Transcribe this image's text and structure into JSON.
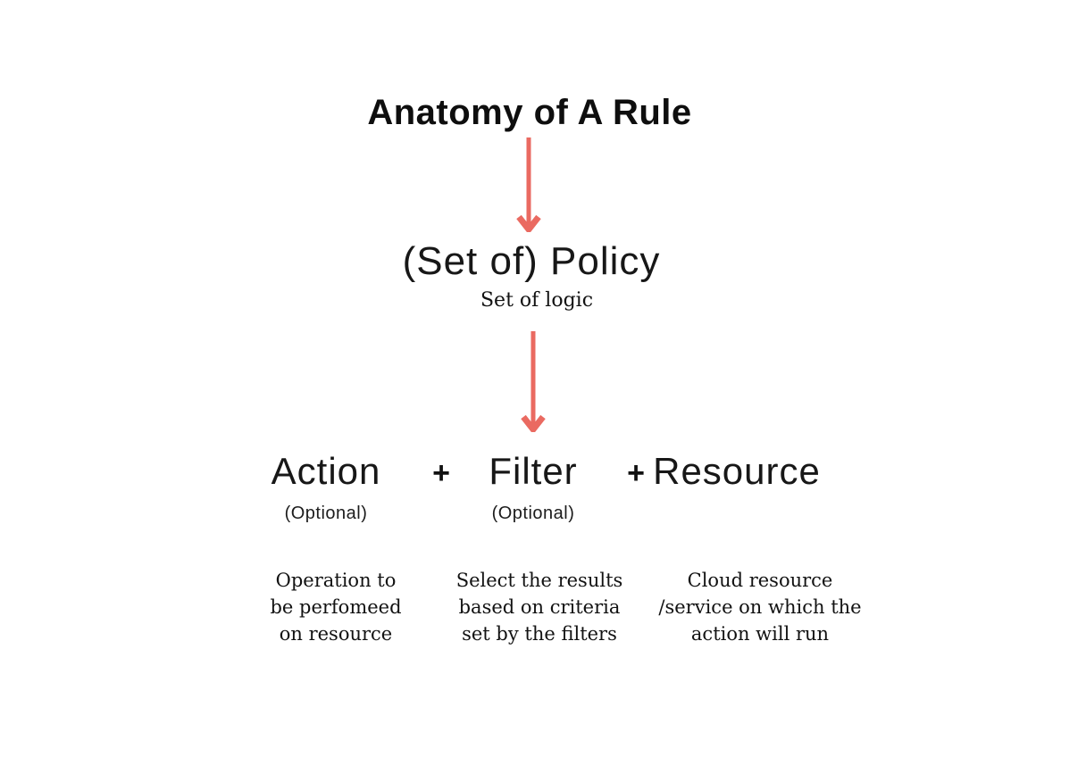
{
  "page": {
    "background_color": "#ffffff",
    "text_color": "#141414",
    "accent_color": "#ea6a61"
  },
  "diagram": {
    "title": "Anatomy of A Rule",
    "arrows": {
      "title_to_policy": "arrow-down",
      "policy_to_components": "arrow-down"
    },
    "policy": {
      "label": "(Set of) Policy",
      "sublabel": "Set of logic"
    },
    "plus_separator": "+",
    "components": {
      "action": {
        "label": "Action",
        "optional_note": "(Optional)",
        "description_lines": [
          "Operation to",
          "be perfomeed",
          "on resource"
        ]
      },
      "filter": {
        "label": "Filter",
        "optional_note": "(Optional)",
        "description_lines": [
          "Select the results",
          "based on criteria",
          "set by the filters"
        ]
      },
      "resource": {
        "label": "Resource",
        "description_lines": [
          "Cloud resource",
          "/service on which the",
          "action will run"
        ]
      }
    }
  }
}
